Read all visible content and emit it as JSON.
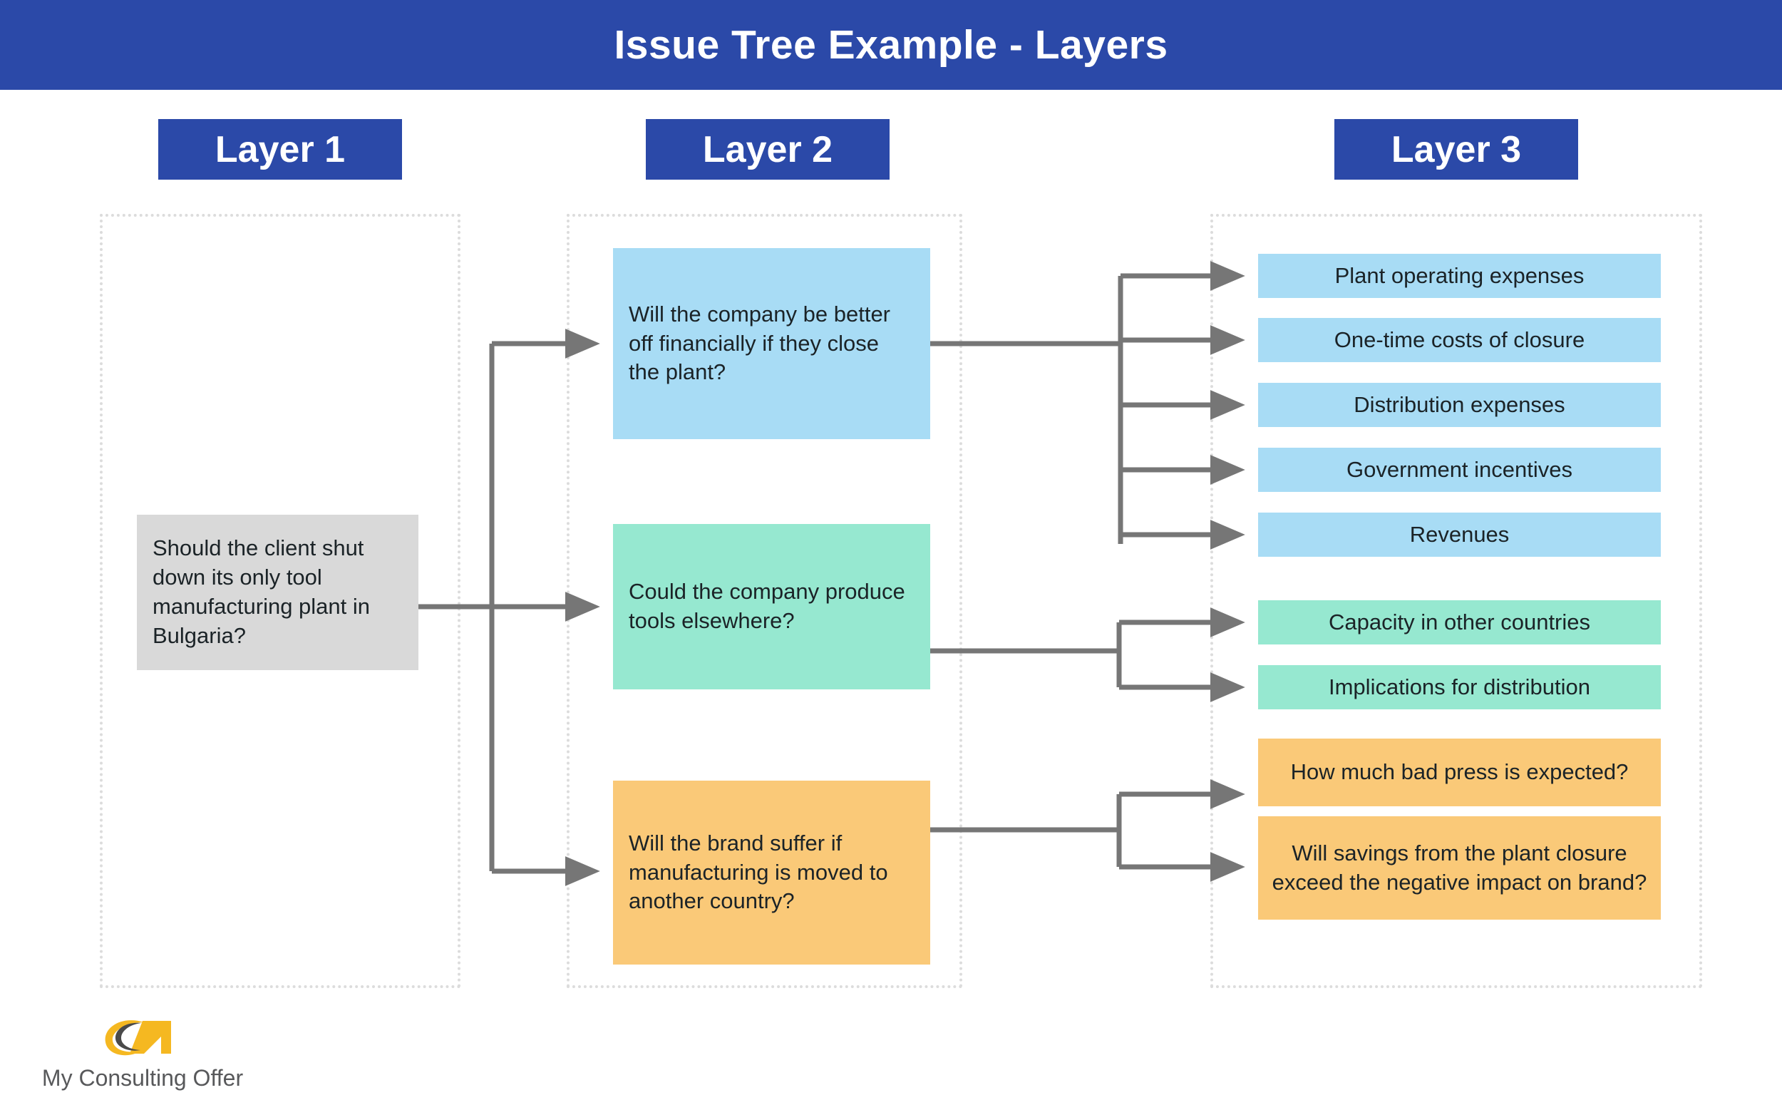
{
  "header": {
    "title": "Issue Tree Example - Layers",
    "background_color": "#2B49A8",
    "text_color": "#FFFFFF"
  },
  "layers": [
    {
      "id": "layer-1",
      "label": "Layer 1"
    },
    {
      "id": "layer-2",
      "label": "Layer 2"
    },
    {
      "id": "layer-3",
      "label": "Layer 3"
    }
  ],
  "colors": {
    "brand_blue": "#2B49A8",
    "root_grey": "#D9D9D9",
    "branch_blue": "#A8DCF5",
    "branch_green": "#96E8D0",
    "branch_orange": "#FAC978",
    "connector_grey": "#767676",
    "column_border": "#DCDCDC",
    "logo_gold": "#F5B821",
    "logo_text_grey": "#58595B"
  },
  "tree": {
    "layer1": {
      "root": {
        "text": "Should the client shut down its only tool manufacturing plant in Bulgaria?",
        "color": "root_grey"
      }
    },
    "layer2": [
      {
        "id": "financial",
        "text": "Will the company be better off financially if they close the plant?",
        "color": "branch_blue"
      },
      {
        "id": "elsewhere",
        "text": "Could the company produce tools elsewhere?",
        "color": "branch_green"
      },
      {
        "id": "brand",
        "text": "Will the brand suffer if manufacturing is moved to another country?",
        "color": "branch_orange"
      }
    ],
    "layer3": {
      "financial_children": [
        {
          "id": "plant-operating-expenses",
          "text": "Plant operating expenses",
          "color": "branch_blue"
        },
        {
          "id": "one-time-costs-of-closure",
          "text": "One-time costs of closure",
          "color": "branch_blue"
        },
        {
          "id": "distribution-expenses",
          "text": "Distribution expenses",
          "color": "branch_blue"
        },
        {
          "id": "government-incentives",
          "text": "Government incentives",
          "color": "branch_blue"
        },
        {
          "id": "revenues",
          "text": "Revenues",
          "color": "branch_blue"
        }
      ],
      "elsewhere_children": [
        {
          "id": "capacity-in-other-countries",
          "text": "Capacity in other countries",
          "color": "branch_green"
        },
        {
          "id": "implications-for-distribution",
          "text": "Implications for distribution",
          "color": "branch_green"
        }
      ],
      "brand_children": [
        {
          "id": "bad-press",
          "text": "How much bad press is expected?",
          "color": "branch_orange"
        },
        {
          "id": "savings-vs-brand",
          "text": "Will savings from the plant closure exceed the negative impact on brand?",
          "color": "branch_orange"
        }
      ]
    }
  },
  "footer": {
    "logo_text": "My Consulting Offer",
    "logo_mark": "swoosh-arrow-icon"
  }
}
